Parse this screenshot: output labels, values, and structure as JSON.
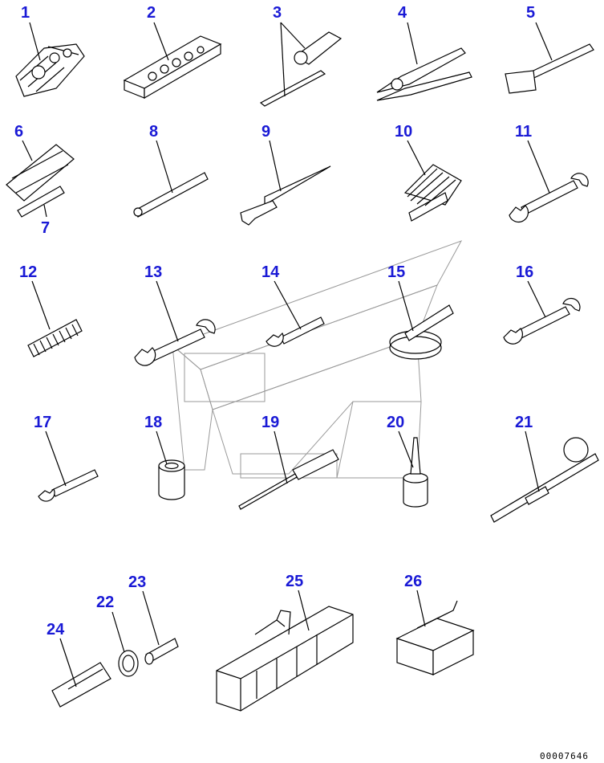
{
  "diagram": {
    "callouts": [
      {
        "id": "1",
        "label": "1"
      },
      {
        "id": "2",
        "label": "2"
      },
      {
        "id": "3",
        "label": "3"
      },
      {
        "id": "4",
        "label": "4"
      },
      {
        "id": "5",
        "label": "5"
      },
      {
        "id": "6",
        "label": "6"
      },
      {
        "id": "7",
        "label": "7"
      },
      {
        "id": "8",
        "label": "8"
      },
      {
        "id": "9",
        "label": "9"
      },
      {
        "id": "10",
        "label": "10"
      },
      {
        "id": "11",
        "label": "11"
      },
      {
        "id": "12",
        "label": "12"
      },
      {
        "id": "13",
        "label": "13"
      },
      {
        "id": "14",
        "label": "14"
      },
      {
        "id": "15",
        "label": "15"
      },
      {
        "id": "16",
        "label": "16"
      },
      {
        "id": "17",
        "label": "17"
      },
      {
        "id": "18",
        "label": "18"
      },
      {
        "id": "19",
        "label": "19"
      },
      {
        "id": "20",
        "label": "20"
      },
      {
        "id": "21",
        "label": "21"
      },
      {
        "id": "22",
        "label": "22"
      },
      {
        "id": "23",
        "label": "23"
      },
      {
        "id": "24",
        "label": "24"
      },
      {
        "id": "25",
        "label": "25"
      },
      {
        "id": "26",
        "label": "26"
      }
    ],
    "document_number": "00007646",
    "callout_color": "#1a1ad6",
    "line_color": "#000000",
    "watermark_color": "#9a9a9a"
  }
}
